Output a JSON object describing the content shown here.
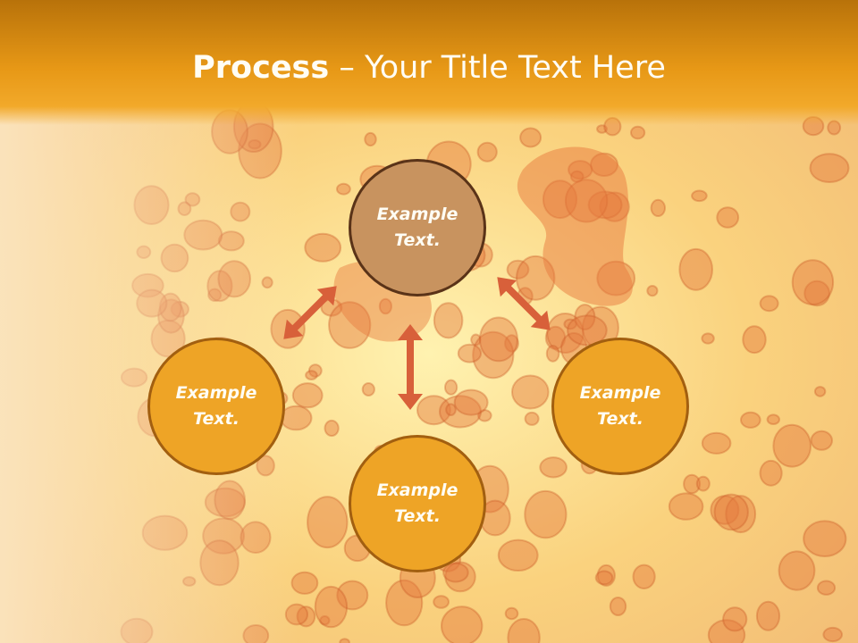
{
  "slide": {
    "title_bold": "Process",
    "title_rest": " – Your Title Text Here"
  },
  "nodes": [
    {
      "line1": "Example",
      "line2": "Text."
    },
    {
      "line1": "Example",
      "line2": "Text."
    },
    {
      "line1": "Example",
      "line2": "Text."
    },
    {
      "line1": "Example",
      "line2": "Text."
    }
  ],
  "colors": {
    "title_bar": "#e79816",
    "top_node_fill": "#c8935f",
    "top_node_border": "#5a3318",
    "node_fill": "#eea426",
    "node_border": "#a25f10",
    "arrow": "#d8603a",
    "text": "#fffdf4"
  }
}
